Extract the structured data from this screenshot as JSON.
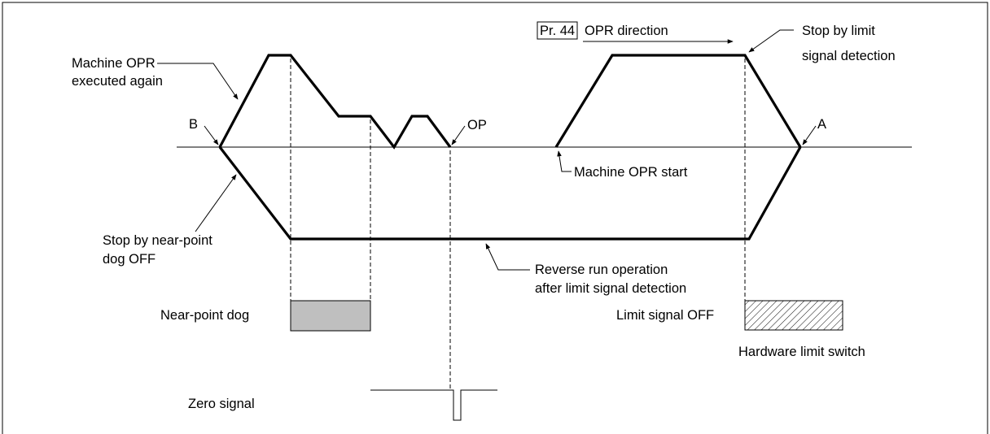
{
  "labels": {
    "pr44_box": "Pr. 44",
    "opr_direction": "OPR direction",
    "stop_by_limit_1": "Stop by limit",
    "stop_by_limit_2": "signal detection",
    "machine_opr_again_1": "Machine OPR",
    "machine_opr_again_2": "executed again",
    "point_b": "B",
    "point_a": "A",
    "op": "OP",
    "machine_opr_start": "Machine OPR start",
    "stop_by_near_1": "Stop by near-point",
    "stop_by_near_2": "dog OFF",
    "reverse_run_1": "Reverse run operation",
    "reverse_run_2": "after limit signal detection",
    "near_point_dog": "Near-point dog",
    "limit_signal_off": "Limit signal OFF",
    "hardware_limit_switch": "Hardware limit switch",
    "zero_signal": "Zero signal"
  },
  "colors": {
    "line": "#000000",
    "dog_fill": "#bfbfbf",
    "background": "#ffffff"
  },
  "icons": {
    "limit_switch_pattern": "diagonal-hatch"
  }
}
